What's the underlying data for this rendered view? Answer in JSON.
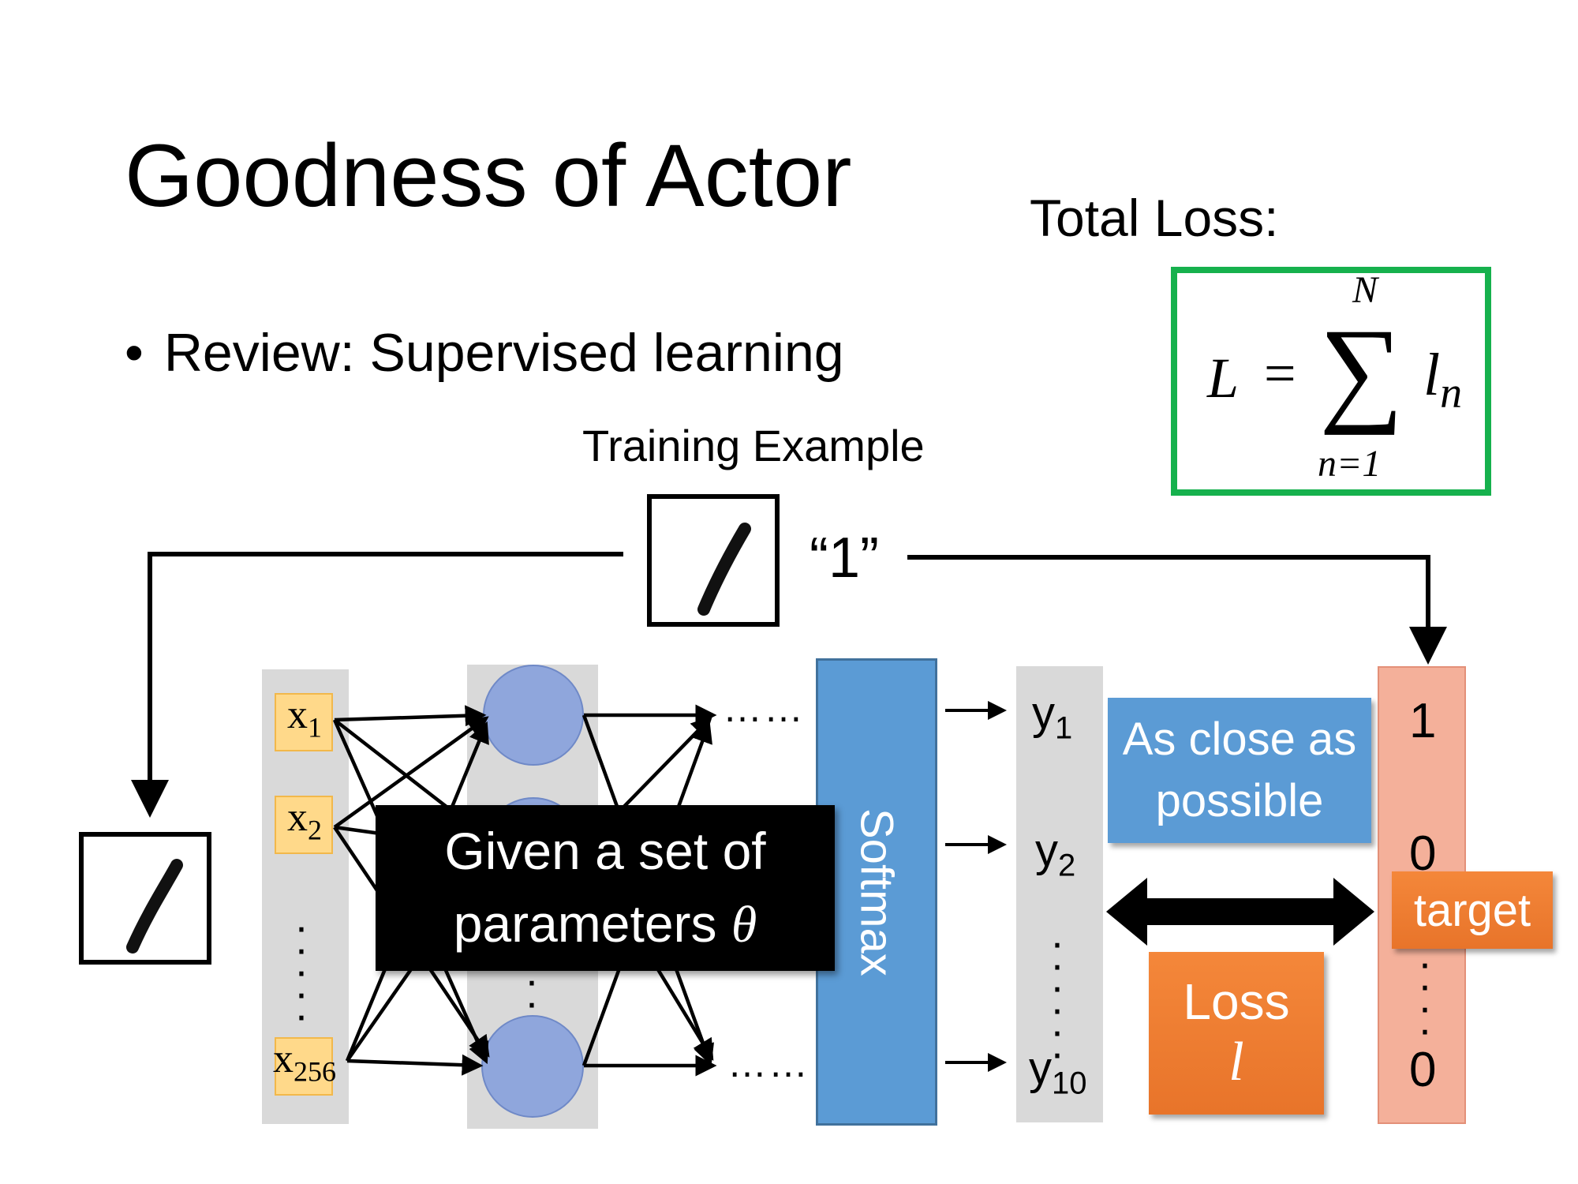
{
  "slide": {
    "title": "Goodness of Actor",
    "bullet": "Review: Supervised learning",
    "training_label": "Training Example",
    "label_quote": "“1”",
    "total_loss_label": "Total Loss:",
    "formula": {
      "lhs": "L",
      "equals": "=",
      "sum": "∑",
      "upper": "N",
      "lower": "n=1",
      "term": "l",
      "term_sub": "n"
    },
    "inputs": [
      {
        "label": "x",
        "sub": "1"
      },
      {
        "label": "x",
        "sub": "2"
      },
      {
        "label": "x",
        "sub": "256"
      }
    ],
    "hdots": "……",
    "softmax": "Softmax",
    "outputs": [
      {
        "label": "y",
        "sub": "1"
      },
      {
        "label": "y",
        "sub": "2"
      },
      {
        "label": "y",
        "sub": "10"
      }
    ],
    "close_box": [
      "As close as",
      "possible"
    ],
    "loss_box": {
      "text": "Loss",
      "symbol": "l"
    },
    "target_values": [
      "1",
      "0",
      "0"
    ],
    "target_tag": "target",
    "given_box": {
      "line1": "Given a set of",
      "line2": "parameters",
      "theta": "θ"
    },
    "colors": {
      "formula_border": "#16b14d",
      "softmax": "#5b9bd5",
      "loss": "#ed7d31",
      "target_col": "#f4b09a",
      "neuron": "#8fa6dc",
      "input_box": "#ffd98a"
    }
  }
}
